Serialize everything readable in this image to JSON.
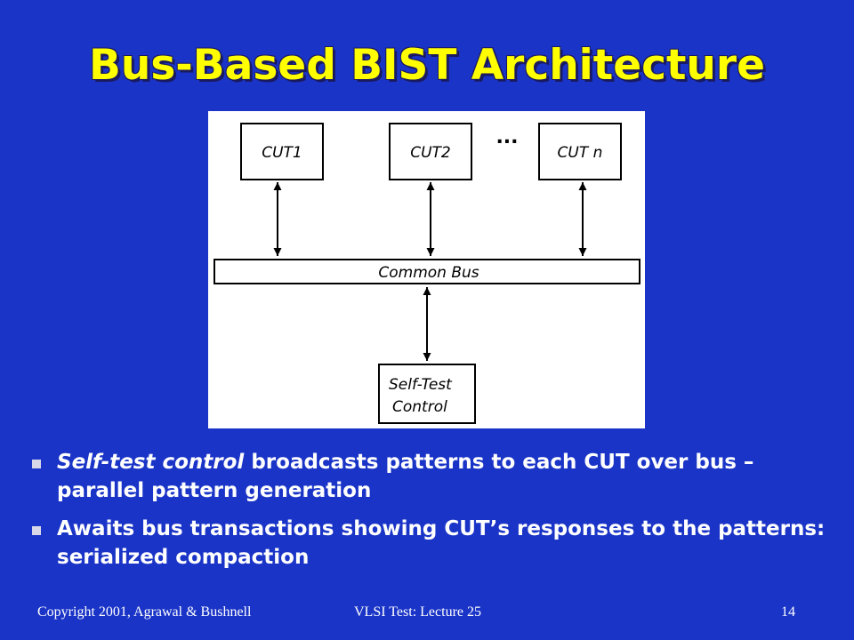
{
  "title": "Bus-Based BIST Architecture",
  "diagram": {
    "cut1": "CUT1",
    "cut2": "CUT2",
    "cutn": "CUT n",
    "ellipsis": "...",
    "bus": "Common Bus",
    "control_line1": "Self-Test",
    "control_line2": "Control"
  },
  "bullets": [
    {
      "emphasis": "Self-test control",
      "text": " broadcasts patterns to each CUT over bus – parallel pattern generation"
    },
    {
      "emphasis": "",
      "text": "Awaits bus transactions showing CUT’s responses to the patterns: serialized compaction"
    }
  ],
  "footer": {
    "copyright": "Copyright 2001, Agrawal & Bushnell",
    "lecture": "VLSI Test: Lecture 25",
    "page": "14"
  },
  "colors": {
    "background": "#1a34c7",
    "title": "#ffff00",
    "text": "#ffffff"
  }
}
